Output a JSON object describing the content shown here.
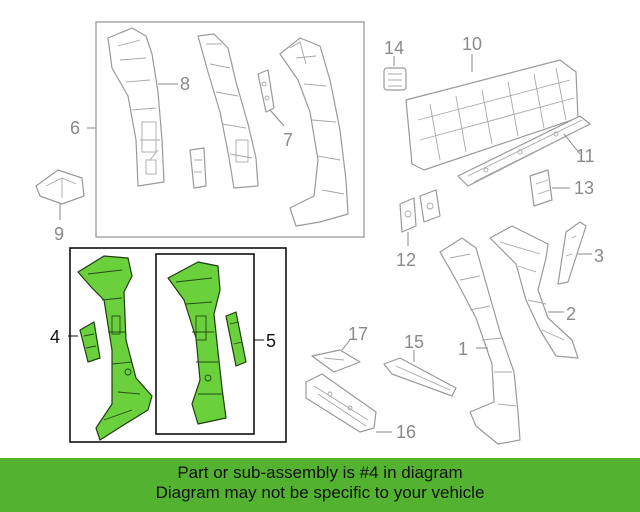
{
  "callouts": {
    "c1": "1",
    "c2": "2",
    "c3": "3",
    "c4": "4",
    "c5": "5",
    "c6": "6",
    "c7": "7",
    "c8": "8",
    "c9": "9",
    "c10": "10",
    "c11": "11",
    "c12": "12",
    "c13": "13",
    "c14": "14",
    "c15": "15",
    "c16": "16",
    "c17": "17"
  },
  "highlighted_part": "4",
  "banner": {
    "line1": "Part or sub-assembly is #4 in diagram",
    "line2": "Diagram may not be specific to your vehicle"
  },
  "colors": {
    "highlight": "#6ad03c",
    "banner": "#53b330",
    "line_art": "#9a9a9a"
  }
}
